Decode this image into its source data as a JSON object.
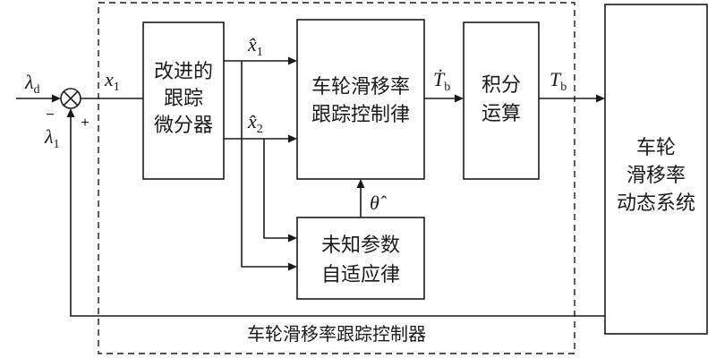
{
  "blocks": {
    "tracking_differentiator": {
      "lines": [
        "改进的",
        "跟踪",
        "微分器"
      ]
    },
    "slip_controller": {
      "lines": [
        "车轮滑移率",
        "跟踪控制律"
      ]
    },
    "integrator": {
      "lines": [
        "积分",
        "运算"
      ]
    },
    "adaptive_law": {
      "lines": [
        "未知参数",
        "自适应律"
      ]
    },
    "plant": {
      "lines": [
        "车轮",
        "滑移率",
        "动态系统"
      ]
    }
  },
  "controller_region_label": "车轮滑移率跟踪控制器",
  "signals": {
    "lambda_d": {
      "symbol": "λ",
      "sub": "d"
    },
    "lambda_1": {
      "symbol": "λ",
      "sub": "1"
    },
    "x1": {
      "symbol": "x",
      "sub": "1"
    },
    "x1_hat": {
      "symbol": "x̂",
      "sub": "1"
    },
    "x2_hat": {
      "symbol": "x̂",
      "sub": "2"
    },
    "theta_hat": {
      "symbol": "θ̂"
    },
    "Tb_dot": {
      "symbol": "Ṫ",
      "sub": "b"
    },
    "Tb": {
      "symbol": "T",
      "sub": "b"
    }
  },
  "summing_junction": {
    "minus_sign": "−",
    "plus_sign": "+"
  }
}
